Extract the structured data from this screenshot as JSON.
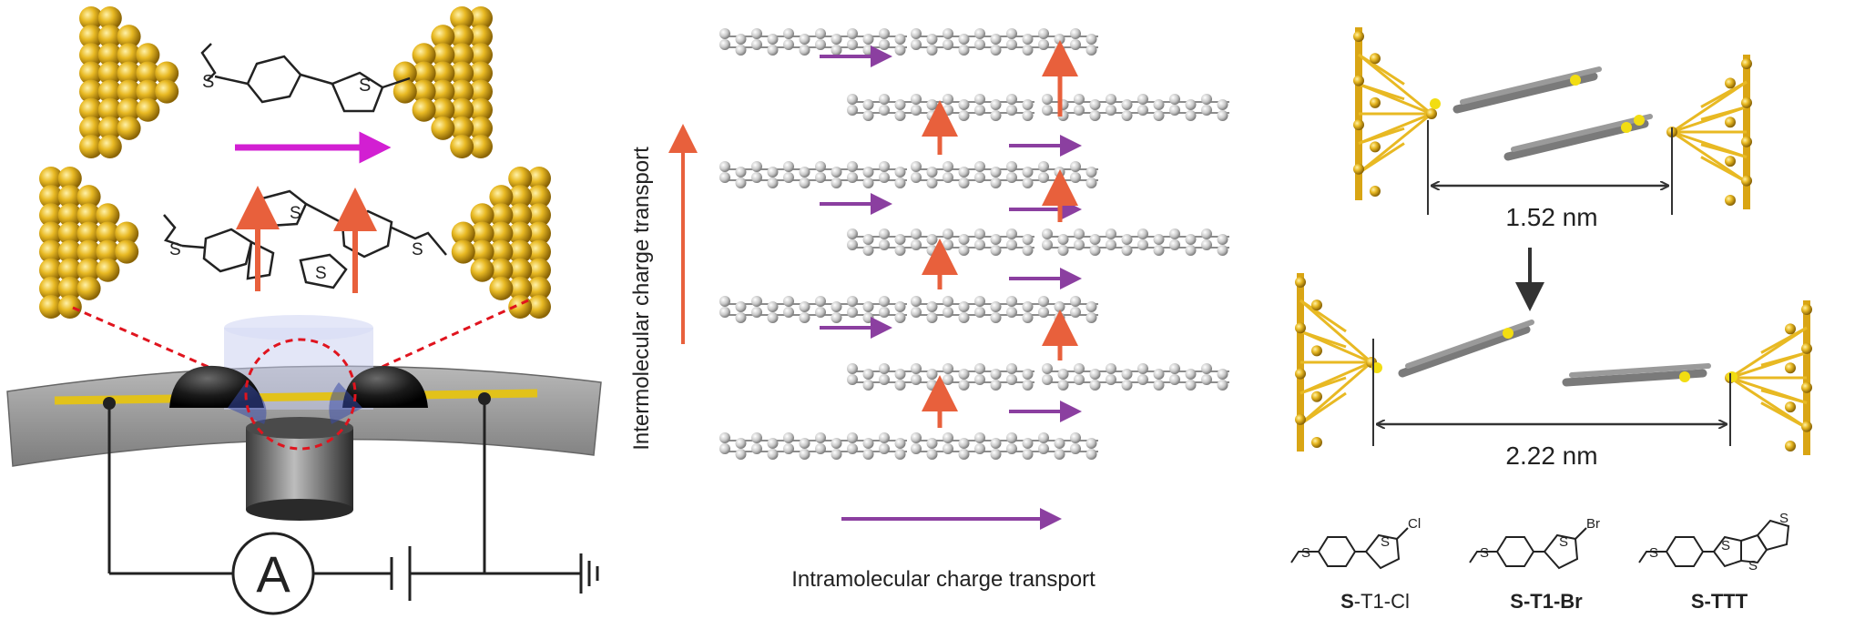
{
  "panel_middle": {
    "y_axis_label": "Intermolecular charge transport",
    "x_axis_label": "Intramolecular charge transport"
  },
  "panel_right": {
    "distance_top": "1.52 nm",
    "distance_bottom": "2.22 nm",
    "molecules": [
      {
        "name_prefix": "S",
        "name_suffix": "-T1-Cl",
        "substituent": "Cl"
      },
      {
        "name_prefix": "S",
        "name_suffix": "-T1-Br",
        "substituent": "Br"
      },
      {
        "name_prefix": "S",
        "name_suffix": "-TTT",
        "substituent": ""
      }
    ],
    "heteroatom": "S"
  },
  "panel_left": {
    "ammeter_symbol": "A",
    "heteroatom": "S"
  },
  "colors": {
    "gold": "#e8b923",
    "gold_dark": "#b8860b",
    "arrow_orange": "#e8603c",
    "arrow_purple": "#8b3fa0",
    "arrow_magenta": "#d21fd2",
    "graphene_gray": "#b5b5b5",
    "red_dashed": "#e0141e"
  }
}
